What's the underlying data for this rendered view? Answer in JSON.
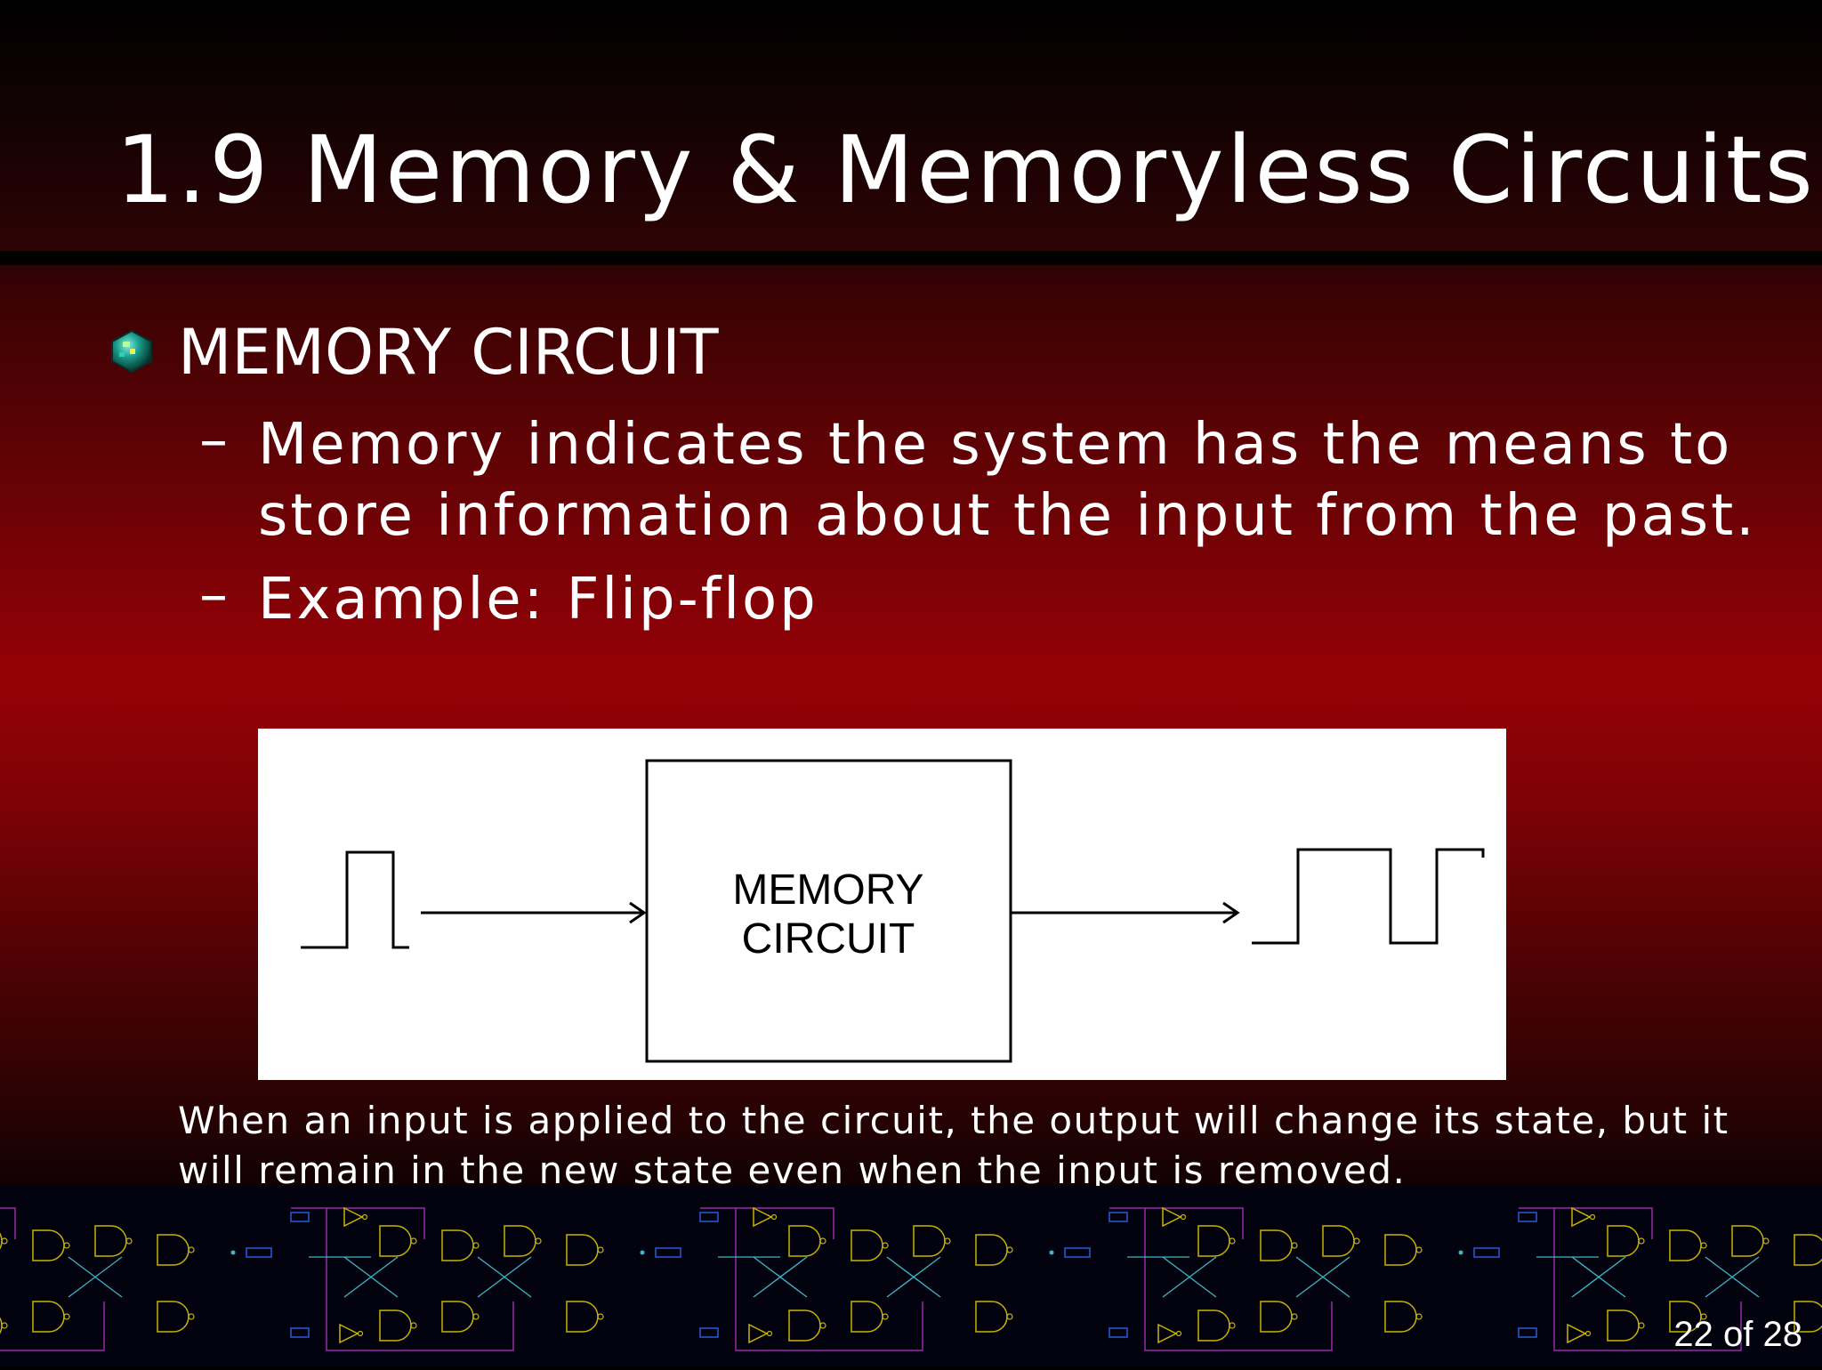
{
  "slide": {
    "title": "1.9 Memory & Memoryless Circuits",
    "bullet": {
      "icon": "gem-bullet-icon",
      "label": "MEMORY CIRCUIT",
      "subpoints": [
        {
          "dash": "–",
          "line1": "Memory indicates the system has the means to",
          "line2": "store information about the input from the past."
        },
        {
          "dash": "–",
          "line1": "Example: Flip-flop"
        }
      ]
    },
    "figure": {
      "box_label_line1": "MEMORY",
      "box_label_line2": "CIRCUIT"
    },
    "caption": "When an input is applied to the circuit, the output will change its state, but it will remain in the new state even when the input is removed.",
    "footer": {
      "pattern": "logic-circuit-schematic-pattern"
    },
    "page_indicator": "22 of 28"
  },
  "colors": {
    "background_dark": "#000000",
    "background_red": "#960106",
    "text": "#ffffff",
    "footer_bg": "#02020f",
    "gate_yellow": "#c8b400",
    "wire_purple": "#9a2aa8",
    "wire_cyan": "#3fb6c4",
    "tag_blue": "#2a5adc"
  }
}
